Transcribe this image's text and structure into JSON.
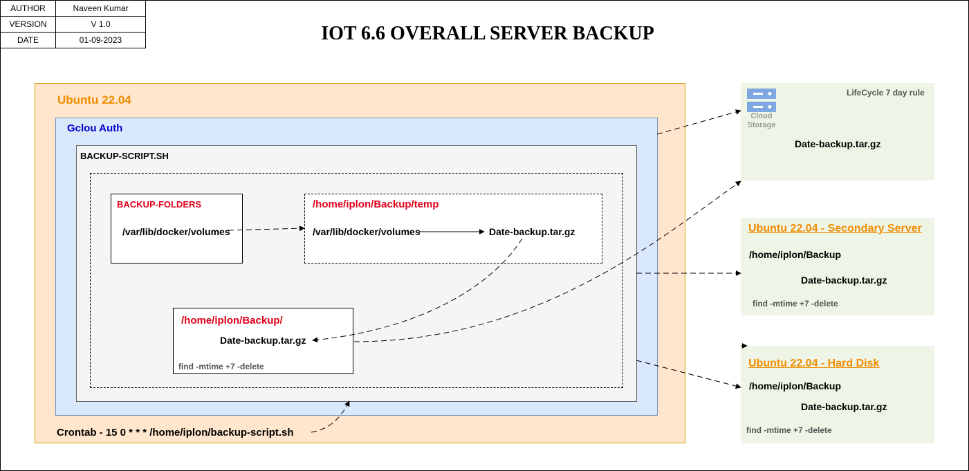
{
  "meta": {
    "author_label": "AUTHOR",
    "author": "Naveen Kumar",
    "version_label": "VERSION",
    "version": "V 1.0",
    "date_label": "DATE",
    "date": "01-09-2023"
  },
  "title": "IOT 6.6 OVERALL SERVER BACKUP",
  "ubuntu_main": {
    "label": "Ubuntu 22.04",
    "crontab": "Crontab - 15 0 * * * /home/iplon/backup-script.sh"
  },
  "gcloud": {
    "label": "Gclou Auth"
  },
  "script": {
    "label": "BACKUP-SCRIPT.SH"
  },
  "backup_folders": {
    "label": "BACKUP-FOLDERS",
    "path": "/var/lib/docker/volumes"
  },
  "temp": {
    "label": "/home/iplon/Backup/temp",
    "source": "/var/lib/docker/volumes",
    "archive": "Date-backup.tar.gz"
  },
  "local_backup": {
    "label": "/home/iplon/Backup/",
    "archive": "Date-backup.tar.gz",
    "cleanup": "find -mtime +7 -delete"
  },
  "cloud": {
    "icon_caption_1": "Cloud",
    "icon_caption_2": "Storage",
    "lifecycle": "LifeCycle 7 day rule",
    "archive": "Date-backup.tar.gz"
  },
  "secondary": {
    "label": "Ubuntu 22.04 - Secondary Server",
    "path": "/home/iplon/Backup",
    "archive": "Date-backup.tar.gz",
    "cleanup": "find -mtime +7 -delete"
  },
  "harddisk": {
    "label": "Ubuntu 22.04 - Hard Disk",
    "path": "/home/iplon/Backup",
    "archive": "Date-backup.tar.gz",
    "cleanup": "find -mtime +7 -delete"
  },
  "colors": {
    "ubuntu_fill": "#ffe6cc",
    "ubuntu_border": "#d79b00",
    "gcloud_fill": "#dae8fc",
    "gcloud_border": "#6c8ebf",
    "script_fill": "#f5f5f5",
    "target_fill": "#eef5e6",
    "accent_red": "#e0001b",
    "accent_orange": "#f08c00"
  }
}
